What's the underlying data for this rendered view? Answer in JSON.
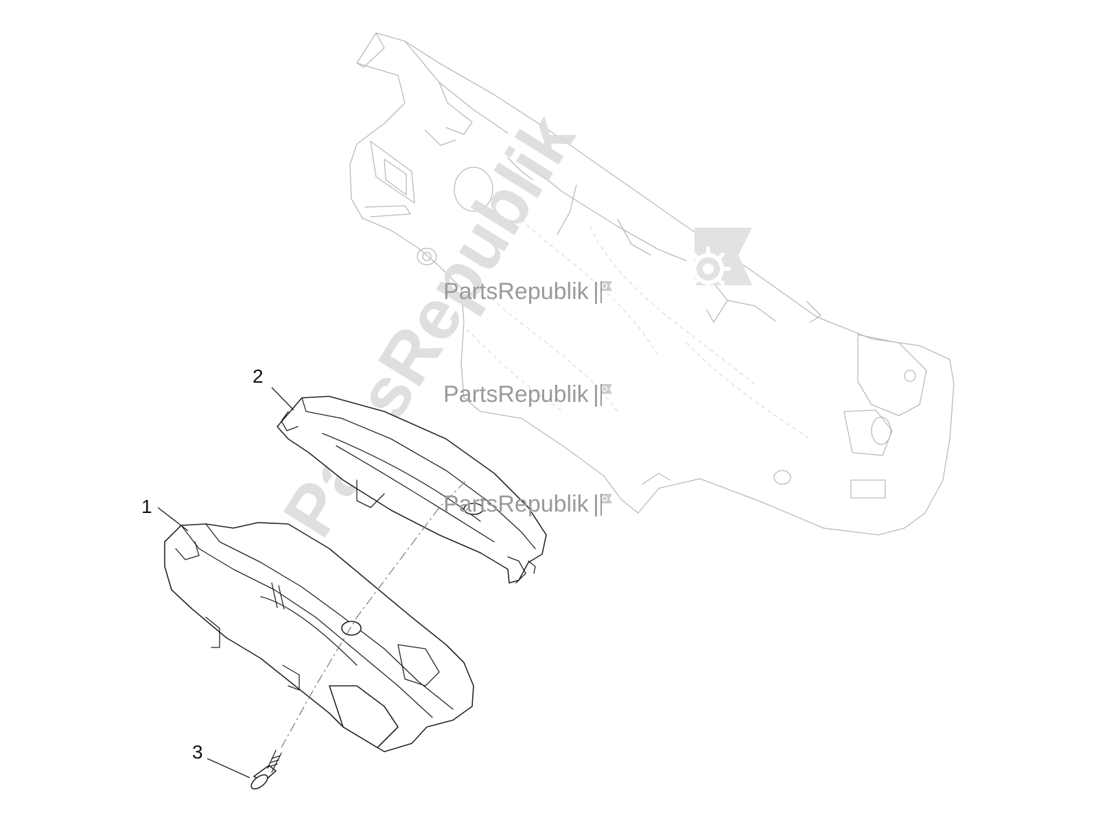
{
  "diagram": {
    "callouts": [
      "1",
      "2",
      "3"
    ],
    "watermark": {
      "text": "PartsRepublik",
      "separator": "|",
      "logo_icon": "gear-flag-icon",
      "diagonal_text": "PartsRepublik"
    }
  },
  "colors": {
    "line": "#222222",
    "ghost_line": "#b9b9b9",
    "watermark": "#9a9a9a",
    "background": "#ffffff"
  }
}
